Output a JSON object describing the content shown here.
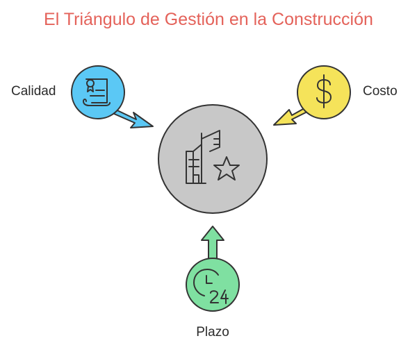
{
  "title": "El Triángulo de Gestión en la Construcción",
  "center": {
    "icon": "buildings-star-icon",
    "color": "#c8c8c8"
  },
  "nodes": {
    "calidad": {
      "label": "Calidad",
      "icon": "certificate-scroll-icon",
      "color": "#5bc8f5"
    },
    "costo": {
      "label": "Costo",
      "icon": "dollar-sign-icon",
      "color": "#f5e35a"
    },
    "plazo": {
      "label": "Plazo",
      "icon": "clock-24-icon",
      "color": "#7fe0a1"
    }
  }
}
